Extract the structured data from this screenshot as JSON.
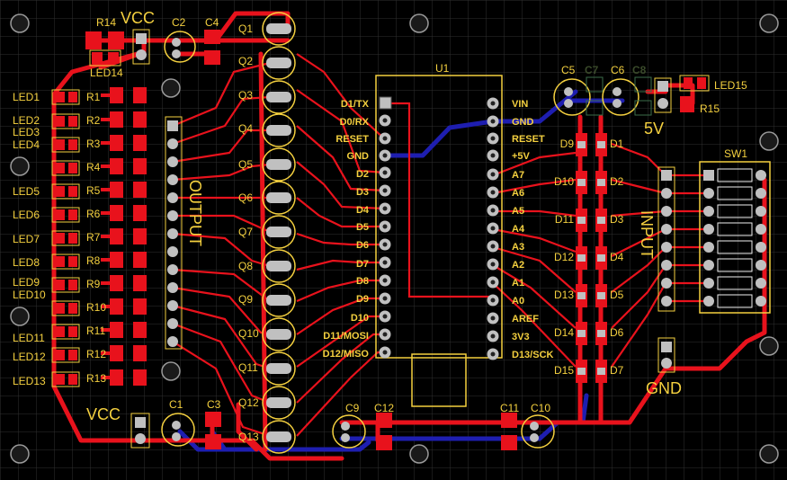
{
  "vcc_top": "VCC",
  "vcc_bottom": "VCC",
  "five_v": "5V",
  "gnd": "GND",
  "output": "OUTPUT",
  "input": "INPUT",
  "u1": "U1",
  "sw1": "SW1",
  "led_left": [
    "LED1",
    "LED2",
    "LED3",
    "LED4",
    "LED5",
    "LED6",
    "LED7",
    "LED8",
    "LED9",
    "LED10",
    "LED11",
    "LED12",
    "LED13"
  ],
  "res_left": [
    "R1",
    "R2",
    "R3",
    "R4",
    "R5",
    "R6",
    "R7",
    "R8",
    "R9",
    "R10",
    "R11",
    "R12",
    "R13"
  ],
  "transistors": [
    "Q1",
    "Q2",
    "Q3",
    "Q4",
    "Q5",
    "Q6",
    "Q7",
    "Q8",
    "Q9",
    "Q10",
    "Q11",
    "Q12",
    "Q13"
  ],
  "pins_left": [
    "D1/TX",
    "D0/RX",
    "RESET",
    "GND",
    "D2",
    "D3",
    "D4",
    "D5",
    "D6",
    "D7",
    "D8",
    "D9",
    "D10",
    "D11/MOSI",
    "D12/MISO"
  ],
  "pins_right": [
    "VIN",
    "GND",
    "RESET",
    "+5V",
    "A7",
    "A6",
    "A5",
    "A4",
    "A3",
    "A2",
    "A1",
    "A0",
    "AREF",
    "3V3",
    "D13/SCK"
  ],
  "diodes_left": [
    "D9",
    "D10",
    "D11",
    "D12",
    "D13",
    "D14",
    "D15"
  ],
  "diodes_right": [
    "D1",
    "D2",
    "D3",
    "D4",
    "D5",
    "D6",
    "D7"
  ],
  "caps": {
    "c1": "C1",
    "c2": "C2",
    "c3": "C3",
    "c4": "C4",
    "c5": "C5",
    "c6": "C6",
    "c7": "C7",
    "c8": "C8",
    "c9": "C9",
    "c10": "C10",
    "c11": "C11",
    "c12": "C12"
  },
  "r14": "R14",
  "r15": "R15",
  "led14": "LED14",
  "led15": "LED15",
  "colors": {
    "board": "#000000",
    "grid": "#2e2e2e",
    "top_copper": "#e8121c",
    "bottom_copper": "#1a1aa8",
    "silkscreen": "#f4d03f",
    "pad": "#c0c0c0",
    "outline": "#f0f0f0"
  }
}
